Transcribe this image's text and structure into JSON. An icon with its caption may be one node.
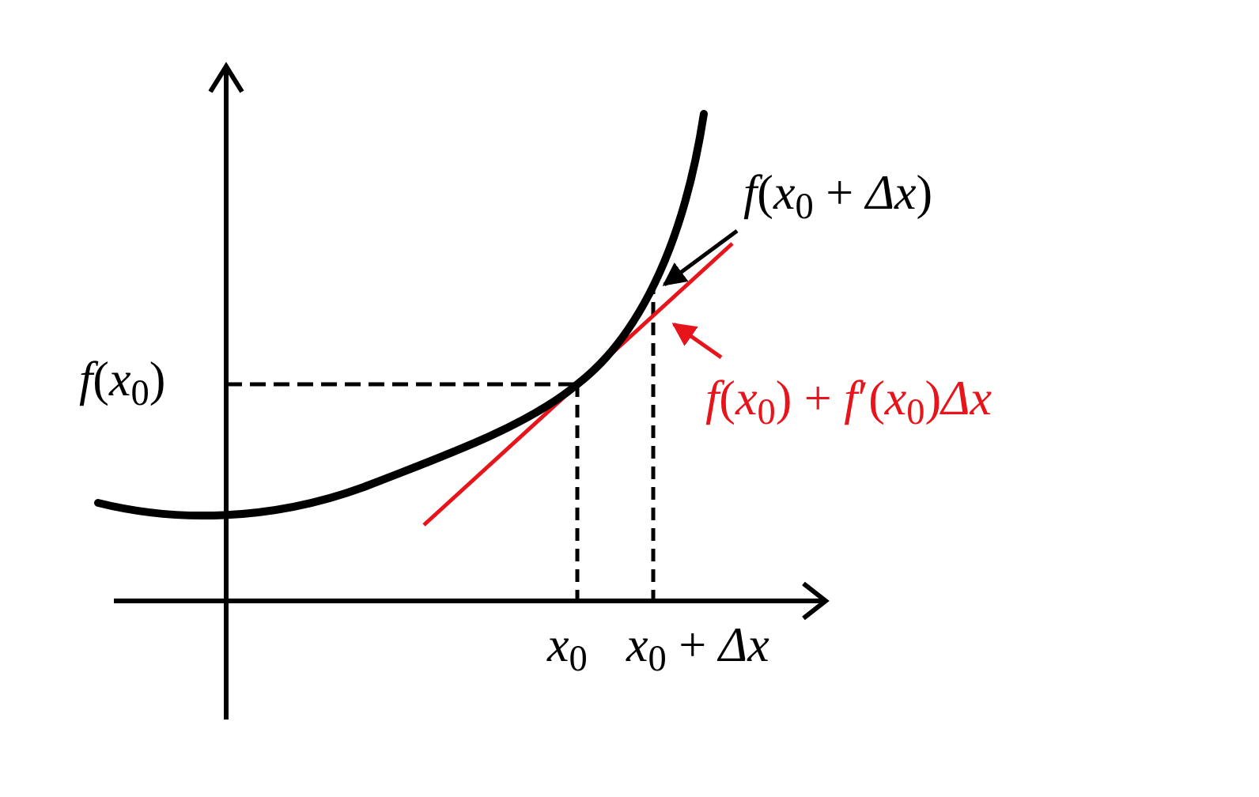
{
  "diagram": {
    "nodes": [
      {
        "text": [
          "*f*(*x*$_{0}$ + *Δx*)"
        ]
      },
      {
        "text": [
          "*f*(*x*$_{0}$) + *f*′(*x*$_{0}$)*Δx*"
        ]
      }
    ],
    "edges": [
      {
        "from": 0,
        "to": null,
        "arrow": "to"
      },
      {
        "from": 1,
        "to": null,
        "arrow": "to",
        "color": "#e8141c"
      }
    ],
    "labels": [
      "*f*(*x*$_{0}$)",
      "*x*$_{0}$",
      "*x*$_{0}$ + *Δx*"
    ]
  }
}
